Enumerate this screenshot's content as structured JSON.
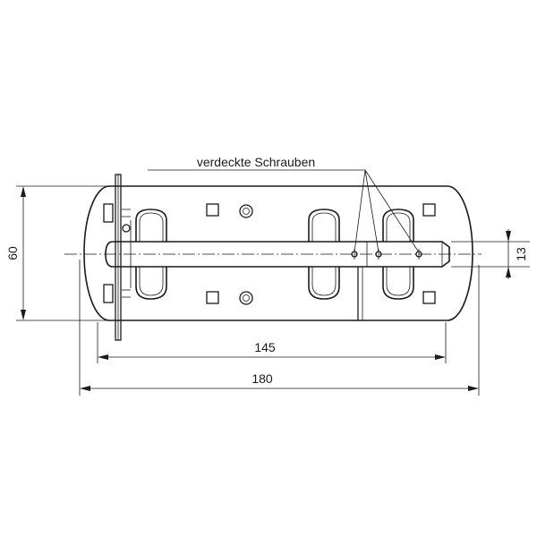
{
  "drawing": {
    "annotation": "verdeckte Schrauben",
    "dimensions": {
      "overall_length": "180",
      "hole_spacing": "145",
      "plate_height": "60",
      "bolt_diameter": "13"
    }
  },
  "colors": {
    "line": "#1a1a1a",
    "background": "#ffffff"
  }
}
